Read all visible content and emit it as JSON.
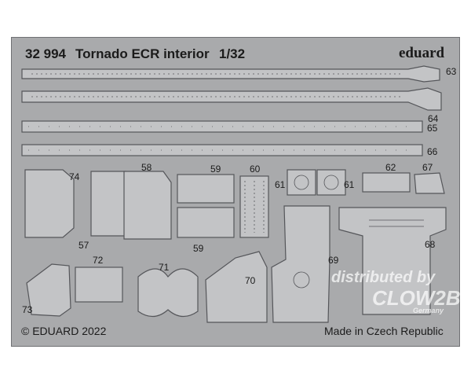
{
  "header": {
    "kit_number": "32 994",
    "title": "Tornado ECR interior",
    "scale": "1/32",
    "brand": "eduard"
  },
  "footer": {
    "copyright": "© EDUARD 2022",
    "origin": "Made in Czech Republic"
  },
  "watermark": {
    "line1": "distributed by",
    "line2": "CLOW2B",
    "line3": "Germany"
  },
  "part_numbers": {
    "p57": "57",
    "p58": "58",
    "p59a": "59",
    "p59b": "59",
    "p60": "60",
    "p61a": "61",
    "p61b": "61",
    "p62": "62",
    "p63": "63",
    "p64": "64",
    "p65": "65",
    "p66": "66",
    "p67": "67",
    "p68": "68",
    "p69": "69",
    "p70": "70",
    "p71": "71",
    "p72": "72",
    "p73": "73",
    "p74": "74"
  },
  "colors": {
    "fret": "#a9aaac",
    "part_fill": "#c3c4c6",
    "outline": "#55565a",
    "text": "#1b1b1b"
  }
}
